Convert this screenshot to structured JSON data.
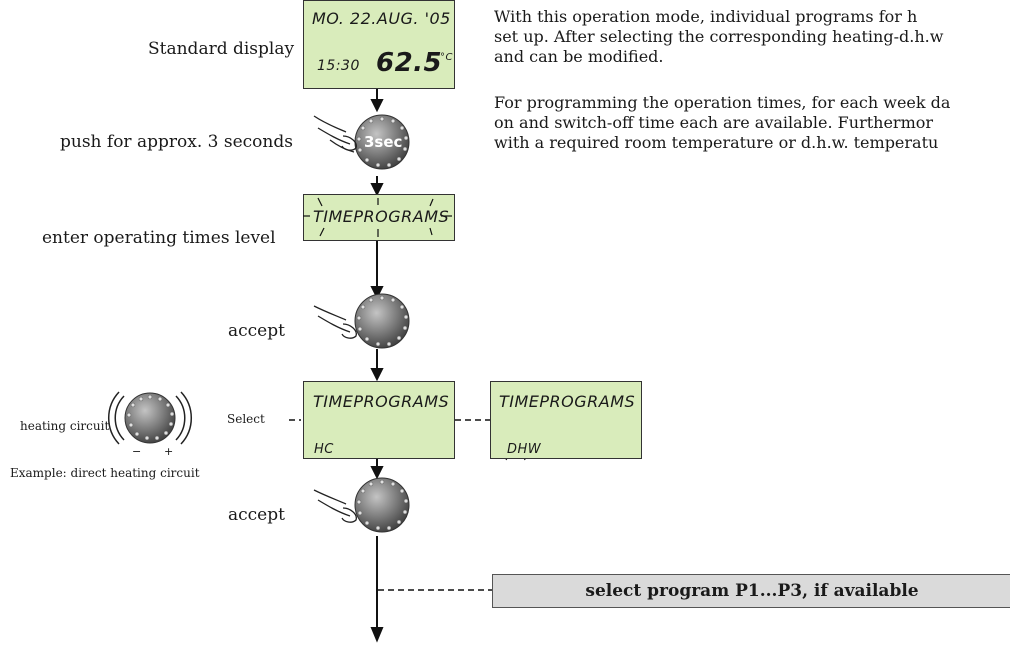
{
  "labels": {
    "standard_display": "Standard display",
    "push_3s": "push for approx. 3 seconds",
    "enter_level": "enter operating times level",
    "accept_1": "accept",
    "select": "Select",
    "heating_circuit": "heating circuit",
    "example": "Example: direct heating circuit",
    "accept_2": "accept"
  },
  "lcd": {
    "date": "MO. 22.AUG. '05",
    "time": "15:30",
    "temp": "62.5",
    "temp_unit": "°C",
    "timeprograms_1": "TIMEPROGRAMS",
    "timeprograms_2": "TIMEPROGRAMS",
    "hc": "HC",
    "timeprograms_3": "TIMEPROGRAMS",
    "dhw": "DHW"
  },
  "knob_3sec": "3sec",
  "knob_minus": "−",
  "knob_plus": "+",
  "paragraph": {
    "p1_line1": "With this operation mode, individual programs for h",
    "p1_line2": "set up. After selecting the corresponding heating-d.h.w",
    "p1_line3": "and can be modified.",
    "p2_line1": "For programming the operation times, for each week da",
    "p2_line2": "on and switch-off time each are available. Furthermor",
    "p2_line3": "with a required room temperature or d.h.w. temperatu"
  },
  "gray_box_text": "select program P1...P3, if available"
}
